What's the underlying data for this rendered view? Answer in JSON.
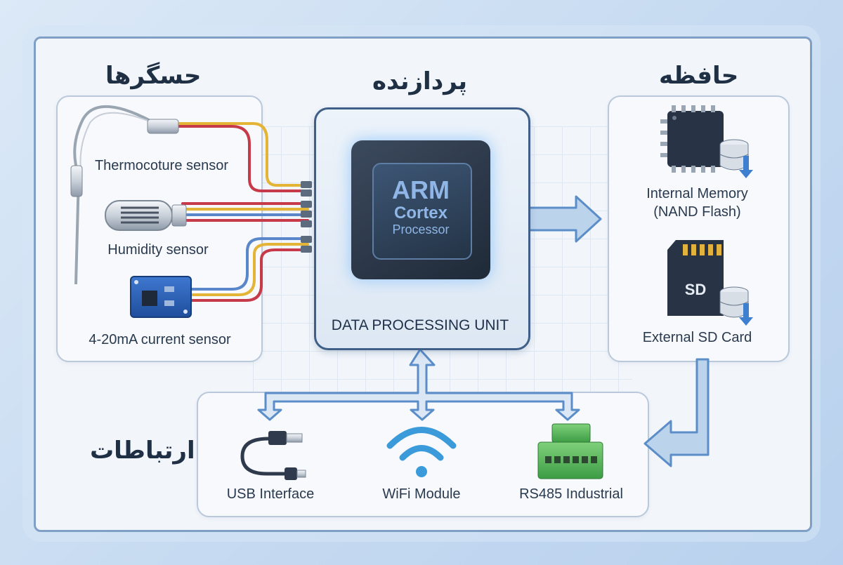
{
  "sections": {
    "sensors": {
      "title": "حسگرها",
      "items": [
        "Thermocoture sensor",
        "Humidity sensor",
        "4-20mA current sensor"
      ]
    },
    "processor": {
      "title": "پردازنده",
      "chip_line1": "ARM",
      "chip_line2": "Cortex",
      "chip_line3": "Processor",
      "caption": "DATA PROCESSING UNIT"
    },
    "memory": {
      "title": "حافظه",
      "internal_line1": "Internal Memory",
      "internal_line2": "(NAND Flash)",
      "external": "External SD Card"
    },
    "communications": {
      "title": "ارتباطات",
      "items": [
        "USB Interface",
        "WiFi Module",
        "RS485 Industrial"
      ]
    }
  },
  "colors": {
    "arrow": "#5b8ec8",
    "arrow_fill": "#bcd3ec",
    "wire_red": "#c73a4a",
    "wire_yellow": "#e3b436",
    "wire_blue": "#5a87c9",
    "frame": "#7f9fc4",
    "chip_glow": "#58b0ff"
  }
}
